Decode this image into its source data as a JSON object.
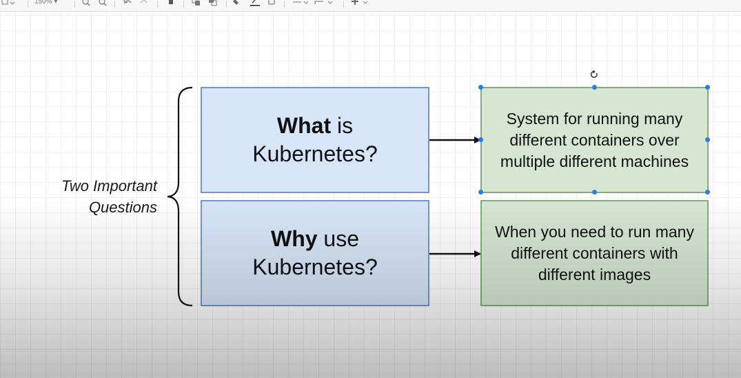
{
  "toolbar": {
    "zoom_label": "150%",
    "zoom_in_icon": "zoom-in-icon",
    "zoom_out_icon": "zoom-out-icon",
    "undo_icon": "undo-icon",
    "redo_icon": "redo-icon",
    "delete_icon": "trash-icon",
    "to_front_icon": "to-front-icon",
    "to_back_icon": "to-back-icon",
    "fill_icon": "fill-color-icon",
    "line_color_icon": "line-color-icon",
    "shadow_icon": "shadow-icon",
    "connection_icon": "connection-icon",
    "waypoints_icon": "waypoints-icon",
    "insert_icon": "plus-icon"
  },
  "diagram": {
    "group_label": {
      "line1": "Two Important",
      "line2": "Questions"
    },
    "questions": [
      {
        "bold": "What",
        "rest": " is",
        "line2": "Kubernetes?"
      },
      {
        "bold": "Why",
        "rest": " use",
        "line2": "Kubernetes?"
      }
    ],
    "answers": [
      {
        "line1": "System for running many",
        "line2": "different containers over",
        "line3": "multiple different machines"
      },
      {
        "line1": "When you need to run many",
        "line2": "different containers with",
        "line3": "different images"
      }
    ]
  },
  "colors": {
    "question_fill": "#d6e5f8",
    "question_border": "#7496c7",
    "answer_fill": "#d6e6d3",
    "answer_border": "#84ad7e",
    "selection_handle": "#2a7de1",
    "connector": "#111111"
  }
}
